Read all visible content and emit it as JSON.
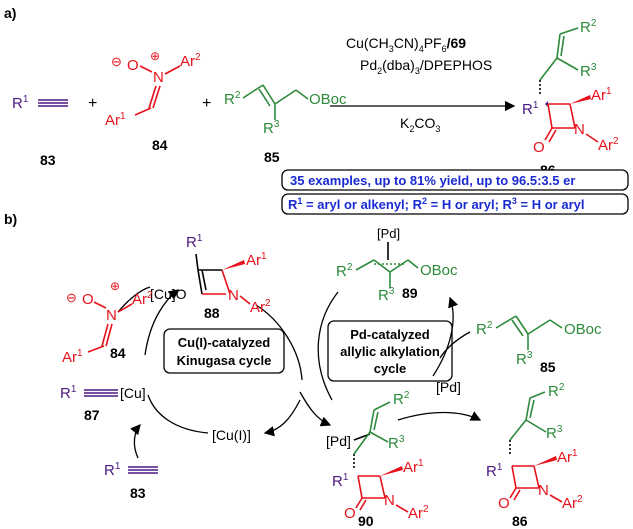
{
  "part_a": {
    "label": "a)",
    "r1": "R",
    "r1_sup": "1",
    "plus": "+",
    "nitrone_o_minus": "⊖",
    "nitrone_o": "O",
    "nitrone_n_plus": "⊕",
    "nitrone_n": "N",
    "nitrone_ar2": "Ar",
    "nitrone_ar2_sup": "2",
    "nitrone_ar1": "Ar",
    "nitrone_ar1_sup": "1",
    "allyl_r2": "R",
    "allyl_r2_sup": "2",
    "allyl_r3": "R",
    "allyl_r3_sup": "3",
    "allyl_oboc": "OBoc",
    "num_83": "83",
    "num_84": "84",
    "num_85": "85",
    "num_86": "86",
    "cond_line1_pre": "Cu(CH",
    "cond_line1_s1": "3",
    "cond_line1_mid": "CN)",
    "cond_line1_s2": "4",
    "cond_line1_post": "PF",
    "cond_line1_s3": "6",
    "cond_line1_cat": "/69",
    "cond_line2_pre": "Pd",
    "cond_line2_s1": "2",
    "cond_line2_mid": "(dba)",
    "cond_line2_s2": "3",
    "cond_line2_post": "/DPEPHOS",
    "cond_line3_pre": "K",
    "cond_line3_s1": "2",
    "cond_line3_mid": "CO",
    "cond_line3_s2": "3",
    "prod_r1": "R",
    "prod_r1_sup": "1",
    "prod_r2": "R",
    "prod_r2_sup": "2",
    "prod_r3": "R",
    "prod_r3_sup": "3",
    "prod_ar1": "Ar",
    "prod_ar1_sup": "1",
    "prod_ar2": "Ar",
    "prod_ar2_sup": "2",
    "prod_o": "O",
    "prod_n": "N",
    "box1": "35 examples, up to 81% yield, up to 96.5:3.5 er",
    "box2_r1": "R",
    "box2_s1": "1",
    "box2_t1": " = aryl or alkenyl; R",
    "box2_s2": "2",
    "box2_t2": " = H or aryl; R",
    "box2_s3": "3",
    "box2_t3": " = H or aryl"
  },
  "part_b": {
    "label": "b)",
    "cu_cycle_line1": "Cu(I)-catalyzed",
    "cu_cycle_line2": "Kinugasa cycle",
    "pd_cycle_line1": "Pd-catalyzed",
    "pd_cycle_line2": "allylic alkylation",
    "pd_cycle_line3": "cycle",
    "num_83": "83",
    "num_84": "84",
    "num_85": "85",
    "num_86": "86",
    "num_87": "87",
    "num_88": "88",
    "num_89": "89",
    "num_90": "90",
    "cu": "[Cu]",
    "cu_i": "[Cu(I)]",
    "pd": "[Pd]",
    "cuo": "[Cu]O",
    "r1": "R",
    "sup1": "1",
    "r2": "R",
    "sup2": "2",
    "r3": "R",
    "sup3": "3",
    "ar": "Ar",
    "oboc": "OBoc",
    "n": "N",
    "o": "O",
    "o_minus": "⊖",
    "n_plus": "⊕"
  }
}
